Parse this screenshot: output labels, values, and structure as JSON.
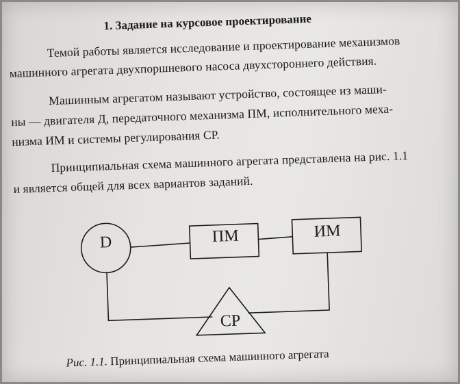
{
  "section": {
    "title": "1. Задание на курсовое проектирование"
  },
  "paragraphs": {
    "l1": "Темой работы является исследование и проектирование механизмов",
    "l2": "машинного агрегата двухпоршневого насоса двухстороннего действия.",
    "l3": "Машинным агрегатом называют устройство, состоящее из маши-",
    "l4": "ны — двигателя Д, передаточного механизма ПМ, исполнительного меха-",
    "l5": "низма ИМ и системы регулирования СР.",
    "l6": "Принципиальная схема машинного агрегата представлена на рис. 1.1",
    "l7": "и является общей для всех вариантов заданий."
  },
  "diagram": {
    "nodes": {
      "d": "D",
      "pm": "ПМ",
      "im": "ИМ",
      "sr": "СР"
    }
  },
  "figure": {
    "caption_prefix": "Рис. 1.1.",
    "caption_text": " Принципиальная схема машинного агрегата"
  }
}
